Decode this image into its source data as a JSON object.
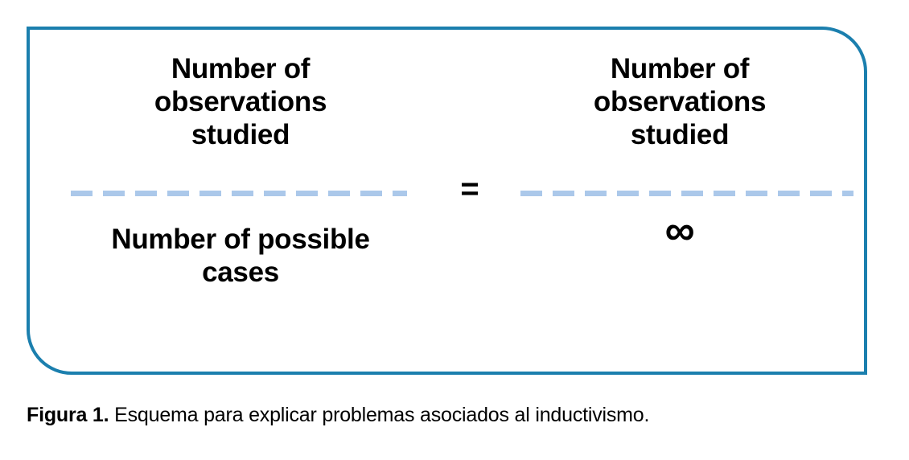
{
  "figure": {
    "panel": {
      "border_color": "#1b7fae",
      "background_color": "#ffffff"
    },
    "equation": {
      "operator": "=",
      "fraction_bar_color": "#abc8ea",
      "left_fraction": {
        "numerator": "Number of\nobservations\nstudied",
        "denominator": "Number of possible\ncases"
      },
      "right_fraction": {
        "numerator": "Number of\nobservations\nstudied",
        "denominator": "∞"
      }
    },
    "caption": {
      "label": "Figura 1.",
      "text": " Esquema para explicar problemas asociados al inductivismo."
    }
  }
}
